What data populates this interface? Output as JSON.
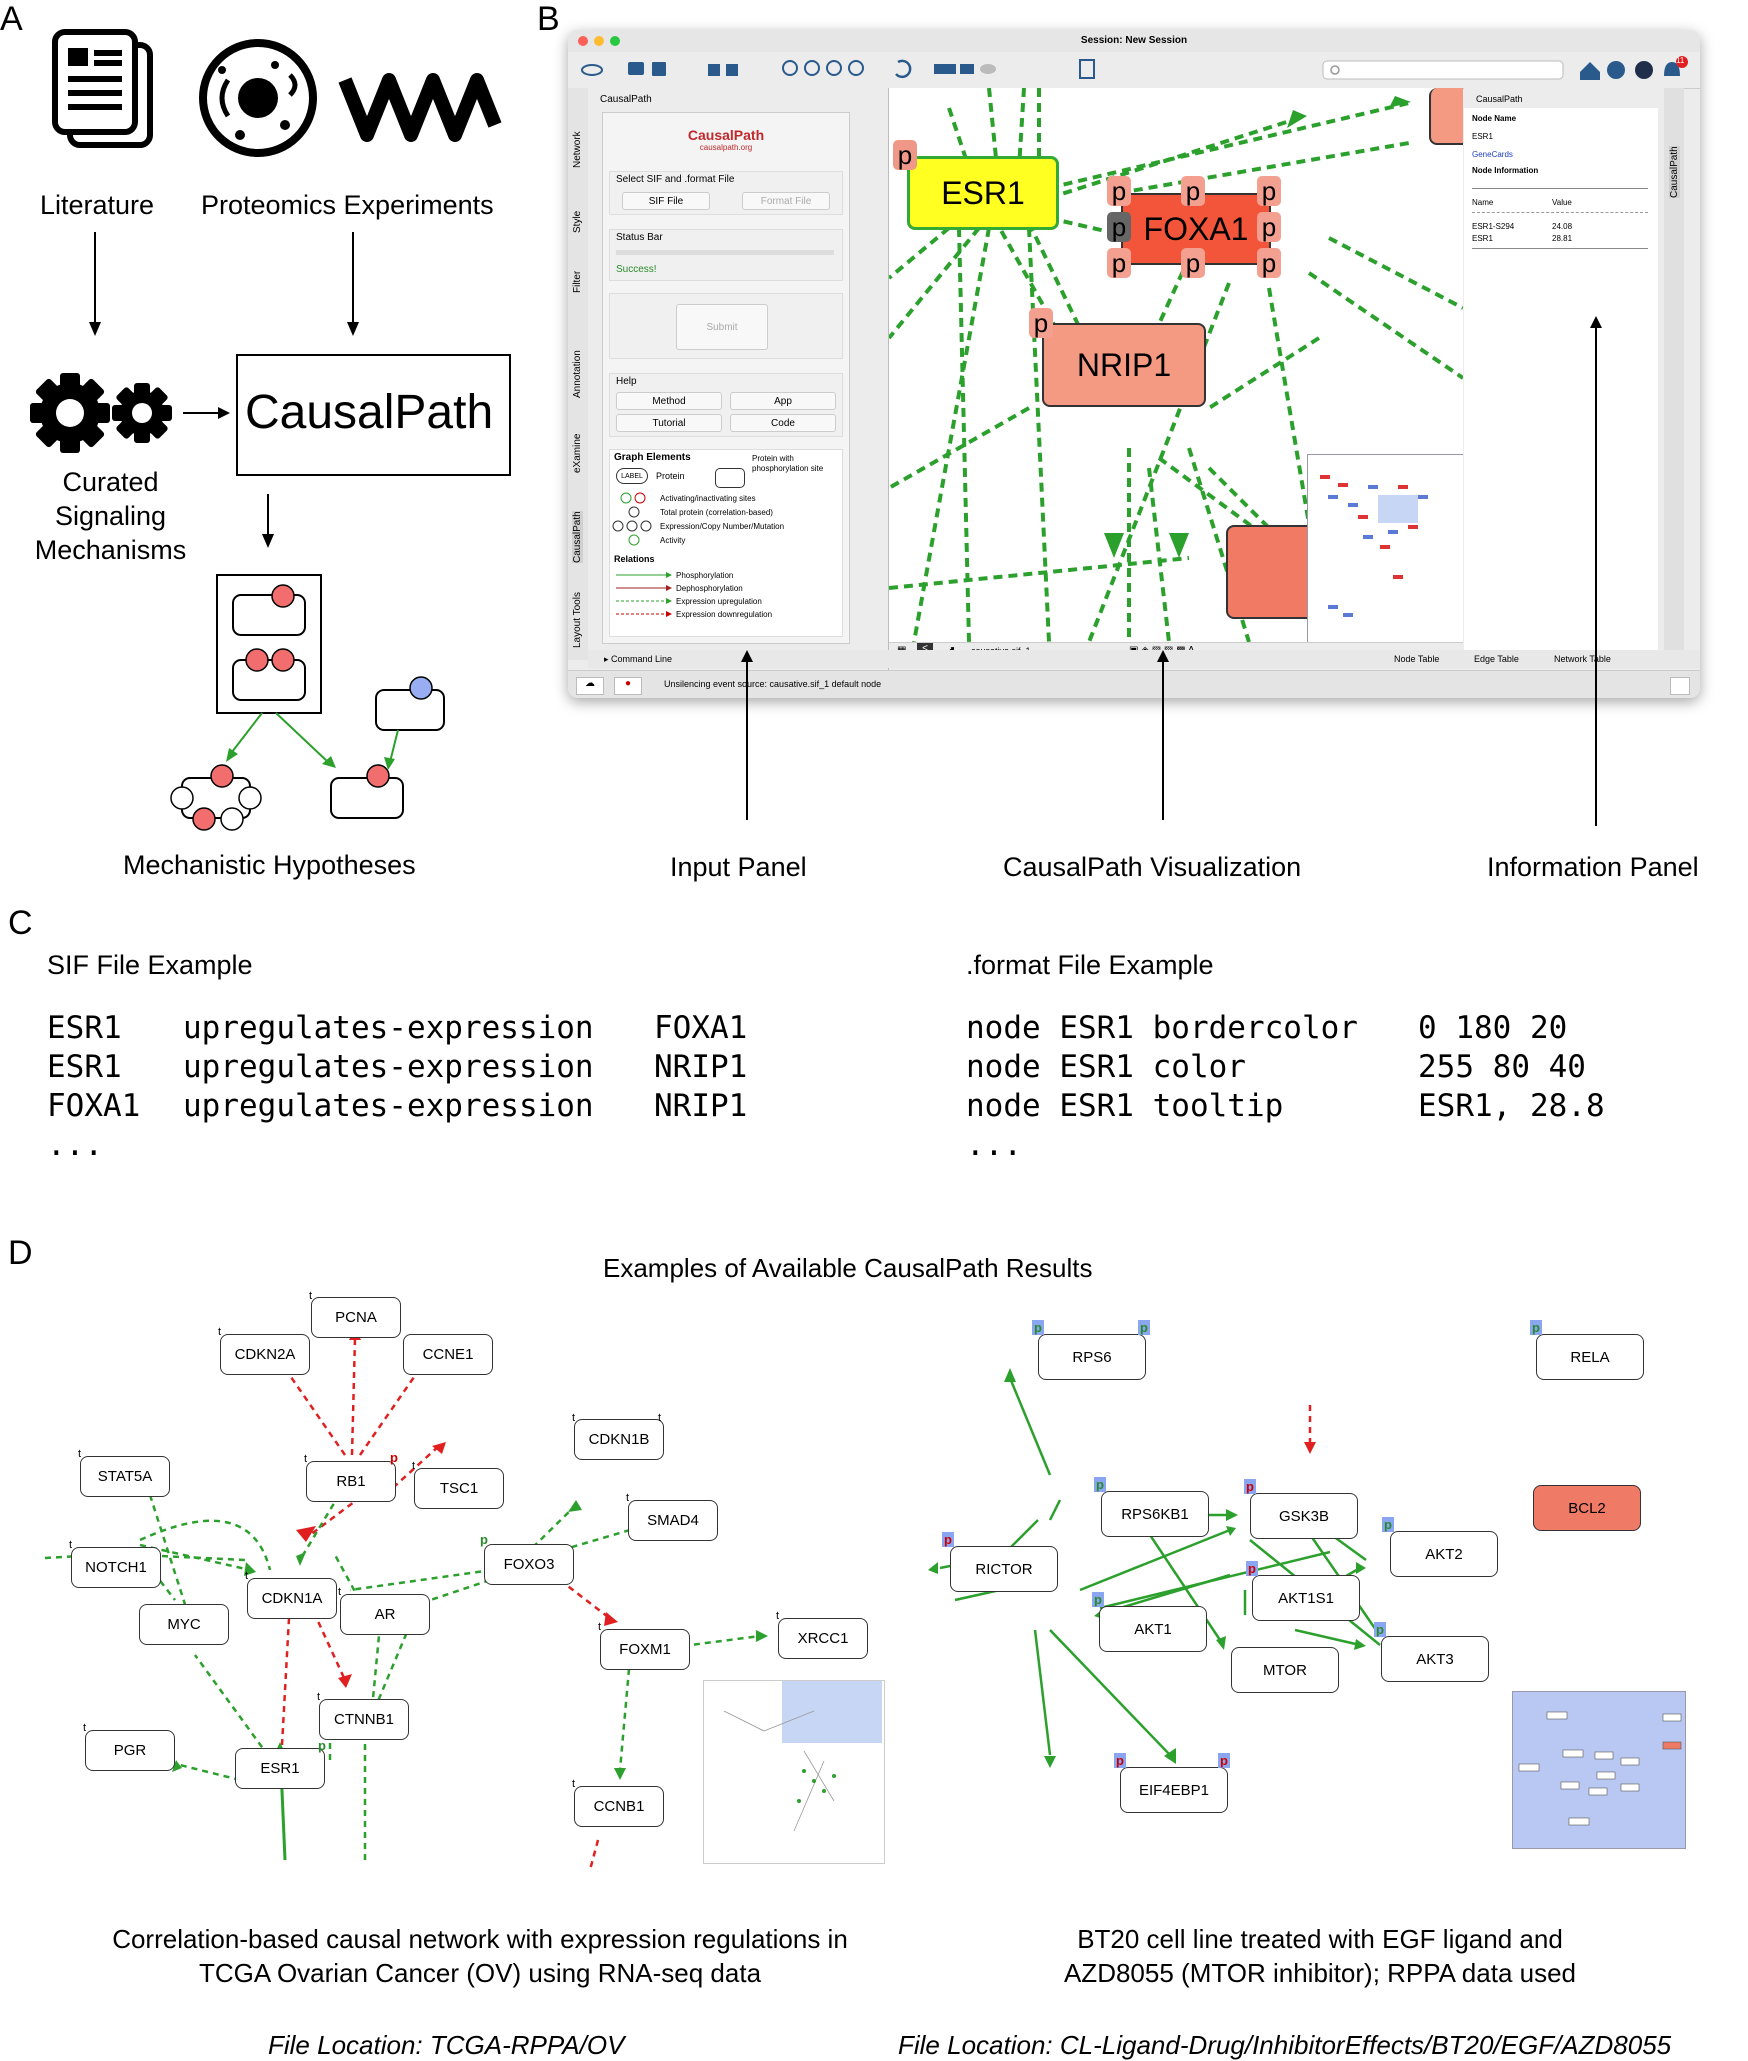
{
  "panel_letters": {
    "a": "A",
    "b": "B",
    "c": "C",
    "d": "D"
  },
  "panel_a": {
    "literature": "Literature",
    "proteomics": "Proteomics Experiments",
    "causalpath": "CausalPath",
    "curated": [
      "Curated",
      "Signaling",
      "Mechanisms"
    ],
    "hypotheses": "Mechanistic Hypotheses"
  },
  "panel_b": {
    "window_title": "Session: New Session",
    "left_panel_title": "CausalPath",
    "logo_text": "CausalPath",
    "logo_url": "causalpath.org",
    "select_label": "Select SIF and .format File",
    "sif_button": "SIF File",
    "format_button": "Format File",
    "status_label": "Status Bar",
    "status_text": "Success!",
    "submit_button": "Submit",
    "help_label": "Help",
    "help_buttons": [
      "Method",
      "App",
      "Tutorial",
      "Code"
    ],
    "graph_elements_label": "Graph Elements",
    "legend_label_box": "LABEL",
    "legend_protein": "Protein",
    "legend_protein_site": "Protein with phosphorylation site",
    "legend_items": [
      "Activating/inactivating sites",
      "Total protein (correlation-based)",
      "Expression/Copy Number/Mutation",
      "Activity"
    ],
    "relations_label": "Relations",
    "relations": [
      "Phosphorylation",
      "Dephosphorylation",
      "Expression upregulation",
      "Expression downregulation"
    ],
    "side_tabs": [
      "Network",
      "Style",
      "Filter",
      "Annotation",
      "eXamine",
      "CausalPath",
      "Layout Tools"
    ],
    "nodes": {
      "esr1": "ESR1",
      "foxa1": "FOXA1",
      "nrip1": "NRIP1"
    },
    "p": "p",
    "bottom_file": "causative.sif_1",
    "command_line": "Command Line",
    "status_msg": "Unsilencing event source: causative.sif_1 default node",
    "tables": [
      "Node Table",
      "Edge Table",
      "Network Table"
    ],
    "right_panel_title": "CausalPath",
    "right_tab": "CausalPath",
    "node_name_label": "Node Name",
    "node_name": "ESR1",
    "genecards": "GeneCards",
    "node_info_label": "Node Information",
    "info_headers": [
      "Name",
      "Value"
    ],
    "info_rows": [
      [
        "ESR1-S294",
        "24.08"
      ],
      [
        "ESR1",
        "28.81"
      ]
    ],
    "notification_count": "11",
    "captions": {
      "input": "Input Panel",
      "viz": "CausalPath Visualization",
      "info": "Information Panel"
    }
  },
  "panel_c": {
    "sif_title": "SIF File Example",
    "format_title": ".format File Example",
    "sif_lines": [
      [
        "ESR1",
        "upregulates-expression",
        "FOXA1"
      ],
      [
        "ESR1",
        "upregulates-expression",
        "NRIP1"
      ],
      [
        "FOXA1",
        "upregulates-expression",
        "NRIP1"
      ]
    ],
    "format_lines": [
      [
        "node ESR1 bordercolor",
        "0 180 20"
      ],
      [
        "node ESR1 color",
        "255 80 40"
      ],
      [
        "node ESR1 tooltip",
        "ESR1, 28.8"
      ]
    ],
    "ellipsis": "..."
  },
  "panel_d": {
    "title": "Examples of Available CausalPath Results",
    "left_nodes": [
      "PCNA",
      "CDKN2A",
      "CCNE1",
      "CDKN1B",
      "STAT5A",
      "RB1",
      "TSC1",
      "SMAD4",
      "NOTCH1",
      "FOXO3",
      "CDKN1A",
      "AR",
      "MYC",
      "FOXM1",
      "XRCC1",
      "CTNNB1",
      "PGR",
      "ESR1",
      "CCNB1"
    ],
    "right_nodes": [
      "RPS6",
      "RELA",
      "RPS6KB1",
      "GSK3B",
      "AKT2",
      "RICTOR",
      "AKT1S1",
      "BCL2",
      "AKT1",
      "MTOR",
      "AKT3",
      "EIF4EBP1"
    ],
    "left_caption": [
      "Correlation-based causal network with expression regulations in",
      "TCGA Ovarian Cancer (OV) using RNA-seq data"
    ],
    "right_caption": [
      "BT20 cell line treated with EGF ligand and",
      "AZD8055 (MTOR inhibitor); RPPA data used"
    ],
    "left_file": "File Location: TCGA-RPPA/OV",
    "right_file": "File Location: CL-Ligand-Drug/InhibitorEffects/BT20/EGF/AZD8055",
    "t": "t",
    "p": "p"
  },
  "colors": {
    "green": "#2ca02c",
    "red": "#e02020",
    "esr1_fill": "#ffff22",
    "foxa1_fill": "#f2553a",
    "nrip1_fill": "#f59a82",
    "bcl2_fill": "#ef7a66"
  }
}
